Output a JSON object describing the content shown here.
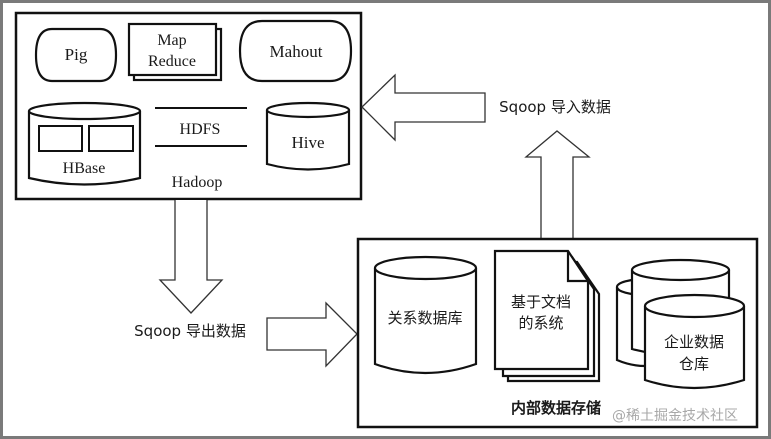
{
  "hadoop_box": {
    "title": "Hadoop",
    "components": {
      "pig": "Pig",
      "mapreduce_line1": "Map",
      "mapreduce_line2": "Reduce",
      "mahout": "Mahout",
      "hbase": "HBase",
      "hdfs": "HDFS",
      "hive": "Hive"
    }
  },
  "arrows": {
    "export_label": "Sqoop 导出数据",
    "import_label": "Sqoop 导入数据"
  },
  "internal_storage_box": {
    "title": "内部数据存储",
    "components": {
      "relational_db": "关系数据库",
      "doc_system_line1": "基于文档",
      "doc_system_line2": "的系统",
      "enterprise_dw_line1": "企业数据",
      "enterprise_dw_line2": "仓库"
    }
  },
  "watermark": "@稀土掘金技术社区"
}
